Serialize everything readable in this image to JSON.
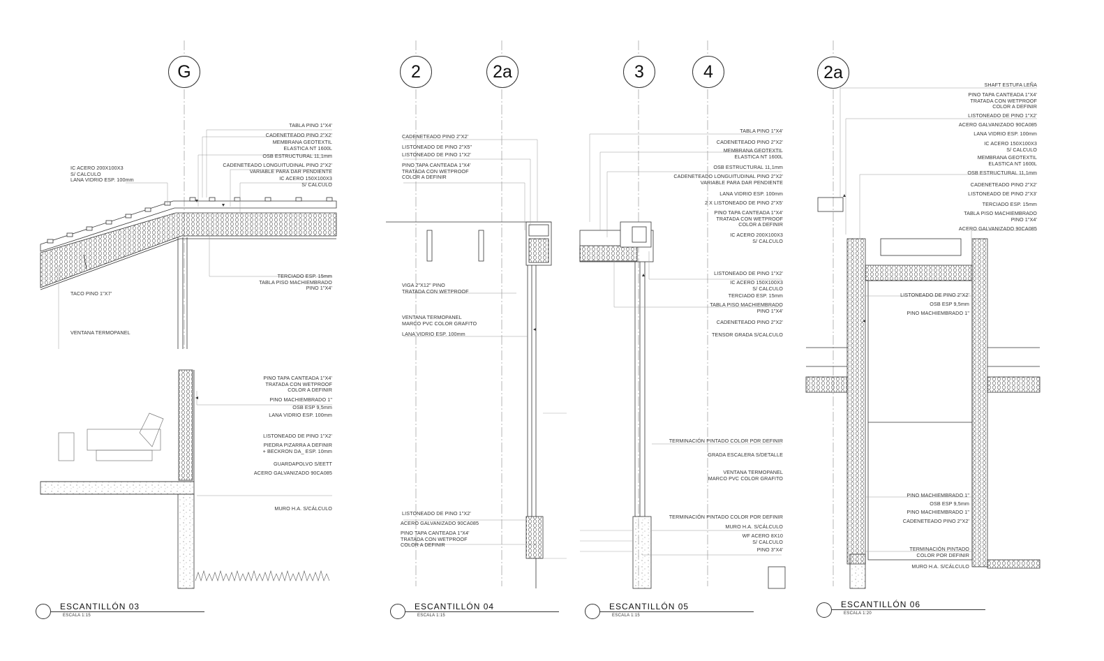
{
  "grid_bubbles": [
    "G",
    "2",
    "2a",
    "3",
    "4",
    "2a"
  ],
  "sections": [
    {
      "title": "ESCANTILLÓN 03",
      "scale": "ESCALA 1:15"
    },
    {
      "title": "ESCANTILLÓN 04",
      "scale": "ESCALA 1:15"
    },
    {
      "title": "ESCANTILLÓN 05",
      "scale": "ESCALA 1:15"
    },
    {
      "title": "ESCANTILLÓN 06",
      "scale": "ESCALA 1:20"
    }
  ],
  "e03": {
    "roof_labels": [
      "TABLA PINO 1\"X4'",
      "CADENETEADO PINO 2\"X2'",
      "MEMBRANA GEOTEXTIL\nELASTICA NT 1600L",
      "OSB ESTRUCTURAL 11,1mm",
      "CADENETEADO LONGUITUDINAL PINO 2\"X2'\nVARIABLE PARA DAR PENDIENTE",
      "IC ACERO 150X100X3\nS/ CALCULO"
    ],
    "left_labels": [
      "IC ACERO 200X100X3\nS/ CALCULO\nLANA VIDRIO ESP. 100mm"
    ],
    "mid_labels": [
      "TERCIADO ESP. 15mm\nTABLA PISO MACHIEMBRADO\nPINO 1\"X4'"
    ],
    "inner_labels": [
      "TACO PINO 1\"X7'",
      "VENTANA TERMOPANEL"
    ],
    "wall_labels": [
      "PINO TAPA CANTEADA 1\"X4'\nTRATADA CON WETPROOF\nCOLOR A DEFINIR",
      "PINO MACHIEMBRADO 1\"",
      "OSB ESP 9,5mm",
      "LANA VIDRIO ESP. 100mm",
      "LISTONEADO DE PINO 1\"X2'",
      "PIEDRA PIZARRA A DEFINIR\n+ BECKRON DA_ ESP. 10mm",
      "GUARDAPOLVO S/EETT",
      "ACERO GALVANIZADO 90CA085",
      "MURO H.A. S/CÁLCULO"
    ]
  },
  "e04": {
    "top_labels": [
      "CADENETEADO PINO 2\"X2'",
      "LISTONEADO DE PINO 2\"X5\"",
      "LISTONEADO DE PINO 1\"X2'",
      "PINO TAPA CANTEADA 1\"X4'\nTRATADA CON WETPROOF\nCOLOR A DEFINIR"
    ],
    "mid_labels": [
      "VIGA 2\"X12\" PINO\nTRATADA CON WETPROOF",
      "VENTANA TERMOPANEL\nMARCO PVC COLOR GRAFITO",
      "LANA VIDRIO ESP. 100mm"
    ],
    "bottom_labels": [
      "LISTONEADO DE PINO 1\"X2'",
      "ACERO GALVANIZADO 90CA085",
      "PINO TAPA CANTEADA 1\"X4'\nTRATADA CON WETPROOF\nCOLOR A DEFINIR"
    ]
  },
  "e05": {
    "top_labels": [
      "TABLA PINO 1\"X4'",
      "CADENETEADO PINO 2\"X2'",
      "MEMBRANA GEOTEXTIL\nELASTICA NT 1600L",
      "OSB ESTRUCTURAL 11,1mm",
      "CADENETEADO LONGUITUDINAL PINO 2\"X2'\nVARIABLE PARA DAR PENDIENTE",
      "LANA VIDRIO ESP. 100mm",
      "2 X LISTONEADO DE PINO 2\"X5'",
      "PINO TAPA CANTEADA 1\"X4'\nTRATADA CON WETPROOF\nCOLOR A DEFINIR",
      "IC ACERO 200X100X3\nS/ CALCULO"
    ],
    "mid_labels": [
      "LISTONEADO DE PINO 1\"X2'",
      "IC ACERO 150X100X3\nS/ CALCULO",
      "TERCIADO ESP. 15mm",
      "TABLA PISO MACHIEMBRADO\nPINO 1\"X4'",
      "CADENETEADO PINO 2\"X2'",
      "TENSOR GRADA S/CALCULO"
    ],
    "bottom_labels": [
      "TERMINACIÓN PINTADO COLOR POR DEFINIR",
      "GRADA ESCALERA S/DETALLE",
      "VENTANA TERMOPANEL\nMARCO PVC COLOR GRAFITO",
      "TERMINACIÓN PINTADO COLOR POR DEFINIR",
      "MURO H.A. S/CÁLCULO",
      "WF ACERO 8X10\nS/ CALCULO",
      "PINO 3\"X4'"
    ]
  },
  "e06": {
    "top_labels": [
      "SHAFT ESTUFA LEÑA",
      "PINO TAPA CANTEADA 1\"X4'\nTRATADA CON WETPROOF\nCOLOR A DEFINIR",
      "LISTONEADO DE PINO 1\"X2'",
      "ACERO GALVANIZADO 90CA085",
      "LANA VIDRIO ESP. 100mm",
      "IC ACERO 150X100X3\nS/ CALCULO",
      "MEMBRANA GEOTEXTIL\nELASTICA NT 1600L",
      "OSB ESTRUCTURAL 11,1mm",
      "CADENETEADO PINO 2\"X2'",
      "LISTONEADO DE PINO 2\"X3'",
      "TERCIADO ESP. 15mm",
      "TABLA PISO MACHIEMBRADO\nPINO 1\"X4'",
      "ACERO GALVANIZADO 90CA085"
    ],
    "mid_labels": [
      "LISTONEADO DE PINO 2\"X2'",
      "OSB ESP 9,5mm",
      "PINO MACHIEMBRADO 1\""
    ],
    "bottom_labels": [
      "PINO MACHIEMBRADO 1\"",
      "OSB ESP 9,5mm",
      "PINO MACHIEMBRADO 1\"",
      "CADENETEADO PINO 2\"X2'",
      "TERMINACIÓN PINTADO\nCOLOR POR DEFINIR",
      "MURO H.A. S/CÁLCULO"
    ]
  }
}
